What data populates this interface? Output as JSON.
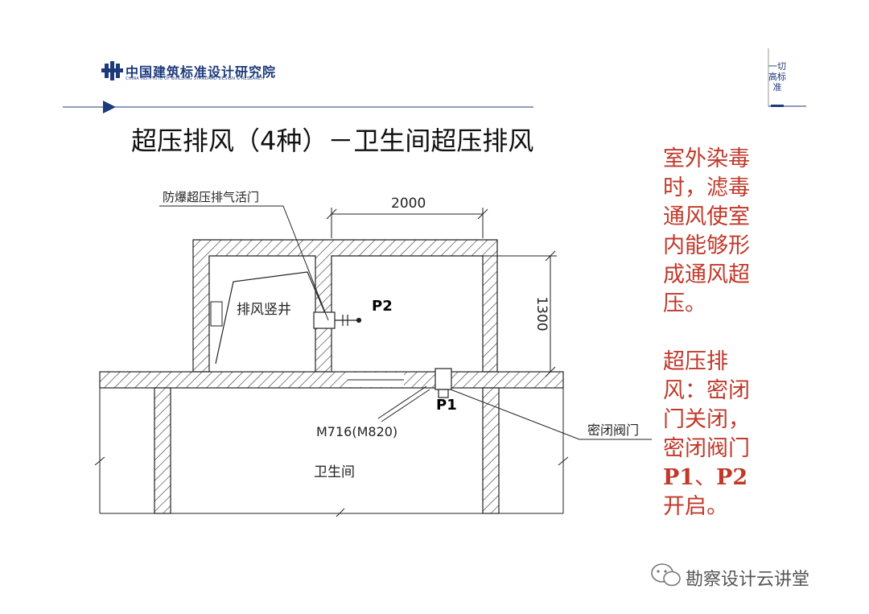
{
  "header": {
    "logo_cn": "中国建筑标准设计研究院",
    "logo_en": "CHINA INSTITUTE OF BUILDING STANDARD DESIGN & RESEARCH",
    "side_slogan": "一切高标准"
  },
  "slide": {
    "title": "超压排风（4种）－卫生间超压排风"
  },
  "diagram": {
    "label_valve": "防爆超压排气活门",
    "label_dim_width": "2000",
    "label_dim_height": "1300",
    "label_shaft": "排风竖井",
    "label_p2": "P2",
    "label_p1": "P1",
    "label_door": "M716(M820)",
    "label_seal_valve": "密闭阀门",
    "label_toilet": "卫生间"
  },
  "notes": {
    "para1": "室外染毒时，滤毒通风使室内能够形成通风超压。",
    "para2": "超压排风：密闭门关闭，密闭阀门P1、P2开启。"
  },
  "watermark": {
    "text": "勘察设计云讲堂"
  },
  "colors": {
    "brand_blue": "#1d3a7a",
    "note_red": "#c0392b"
  }
}
